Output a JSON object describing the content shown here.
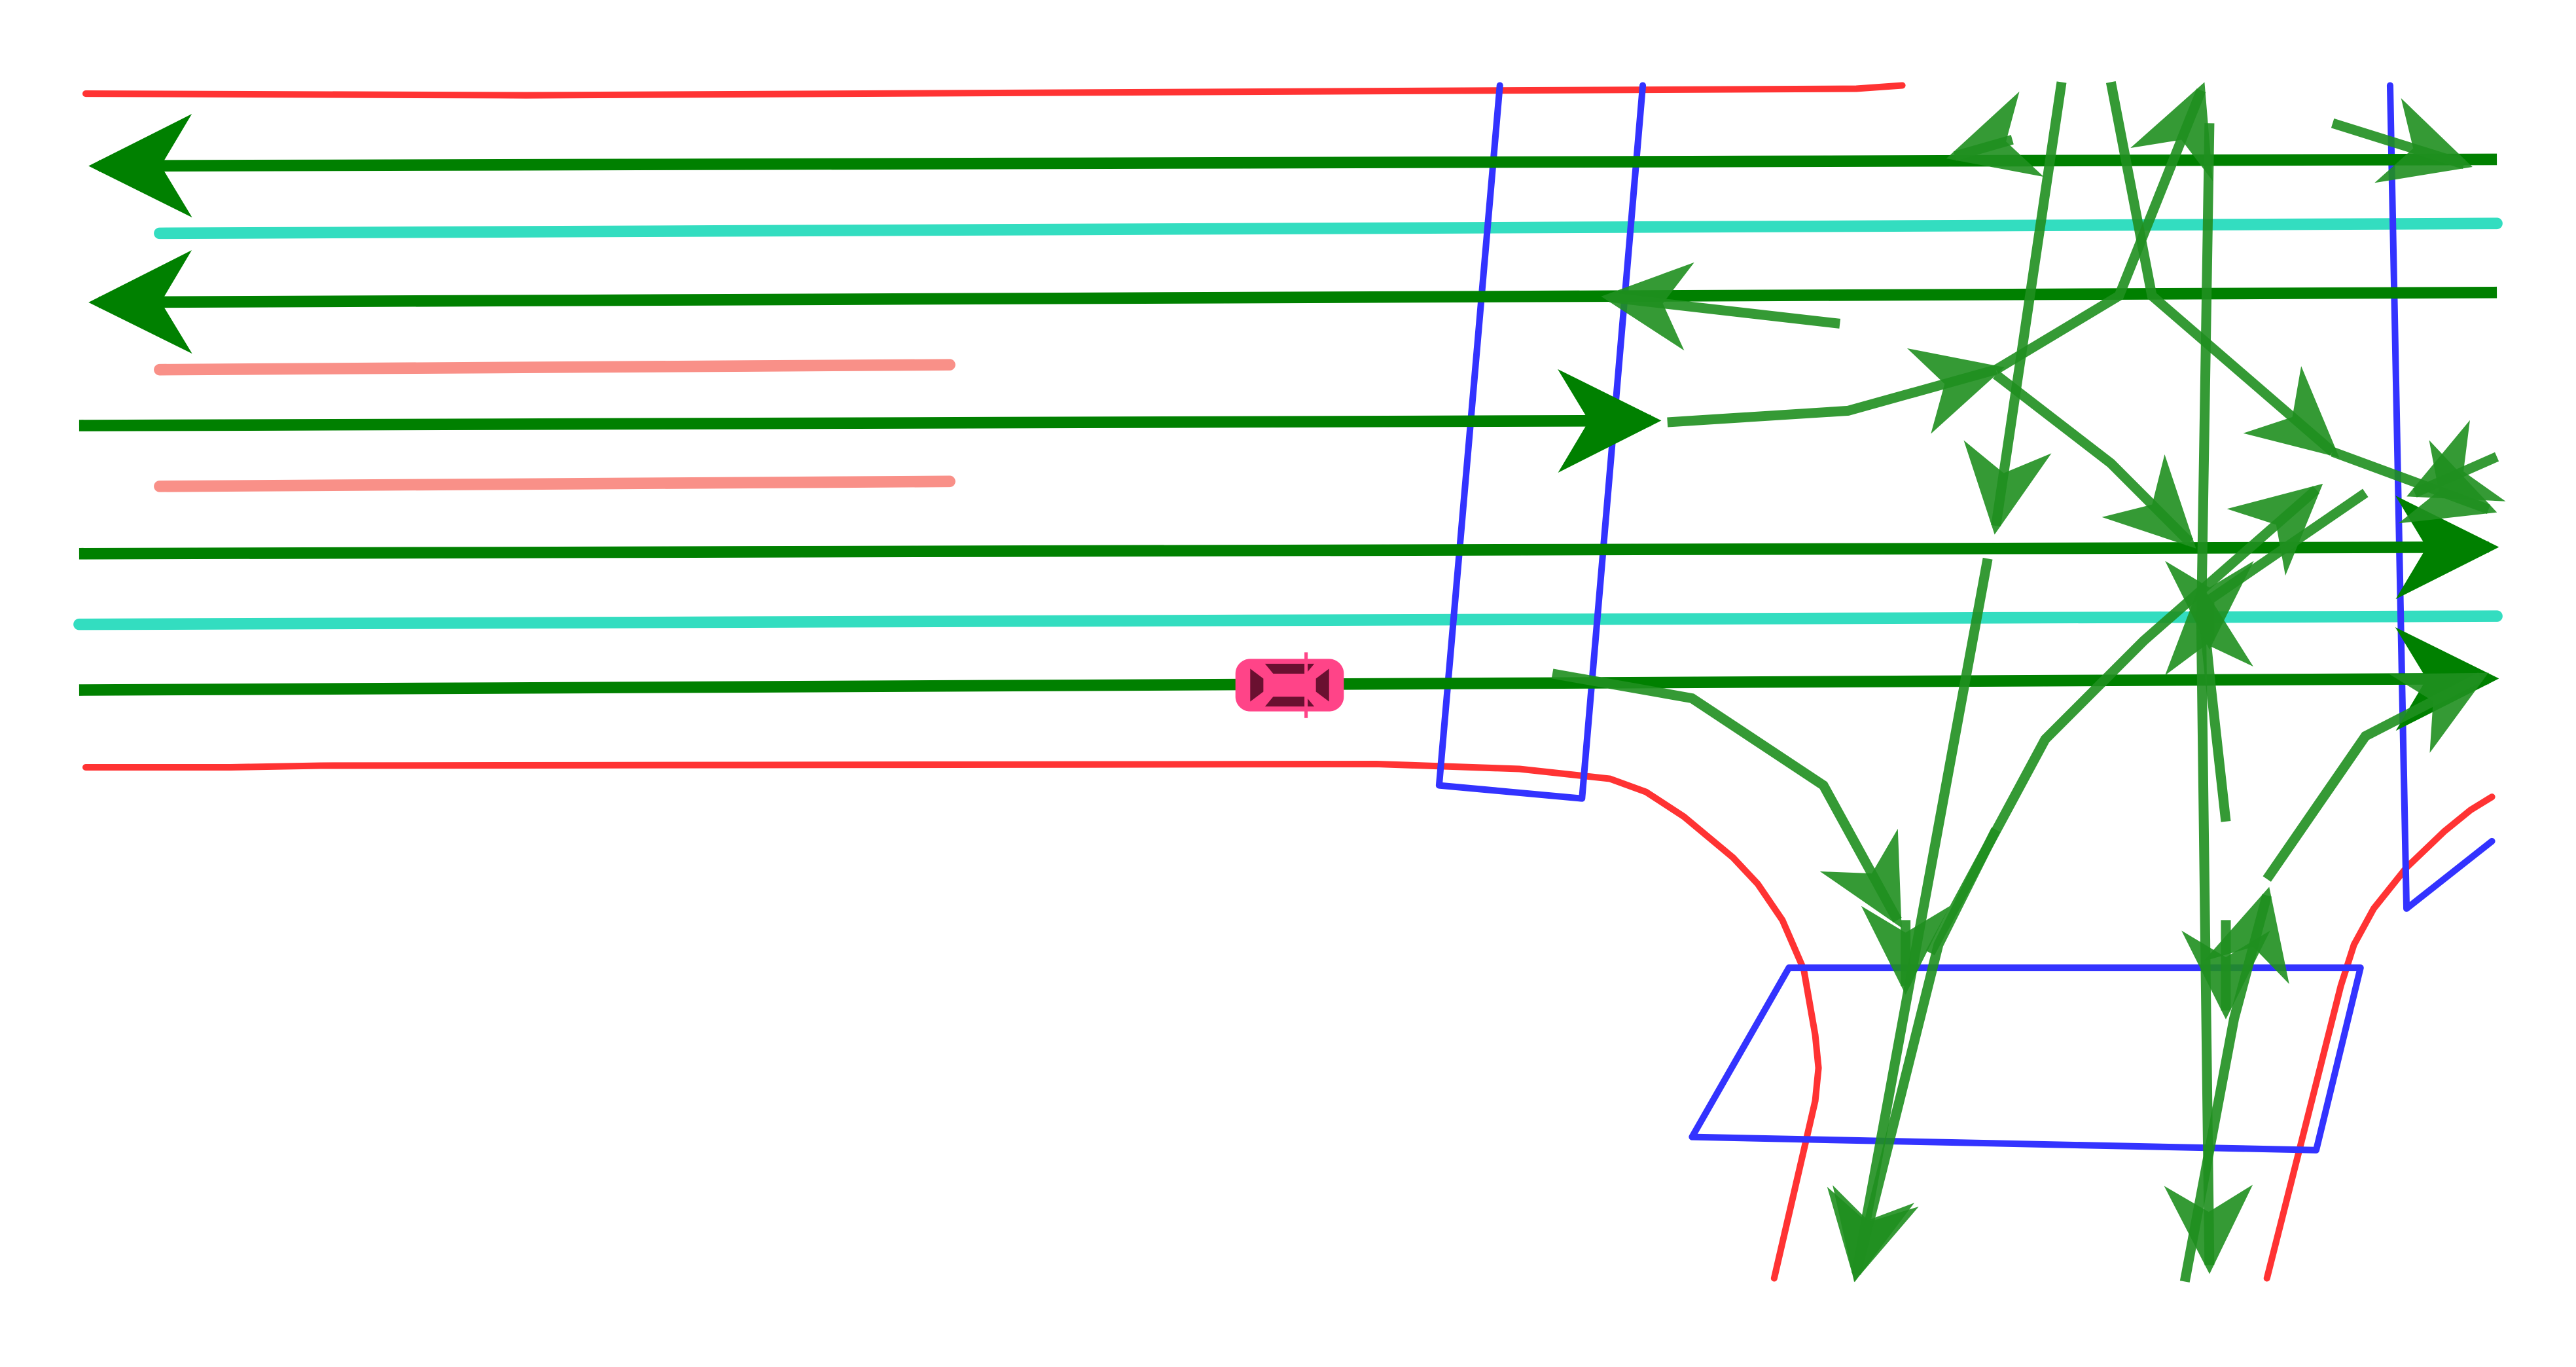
{
  "colors": {
    "background": "#ffffff",
    "road_boundary": "#ff3333",
    "lane_divider": "#33ddc0",
    "lane_divider_secondary": "#f99088",
    "lane_centerline": "#008000",
    "crosswalk": "#3333ff",
    "ego_vehicle": "#ff4488"
  },
  "legend": {
    "road_boundary": "road-boundary",
    "lane_divider": "lane-divider",
    "lane_centerline": "lane-centerline-arrow",
    "crosswalk": "crosswalk-polygon",
    "ego_vehicle": "car-icon"
  }
}
